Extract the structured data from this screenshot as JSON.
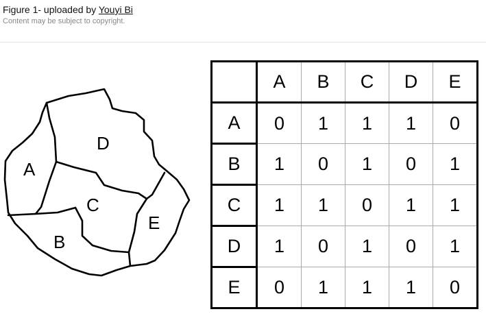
{
  "header": {
    "title_prefix": "Figure 1- uploaded by ",
    "author": "Youyi Bi",
    "copyright_note": "Content may be subject to copyright."
  },
  "map": {
    "region_labels": [
      "A",
      "B",
      "C",
      "D",
      "E"
    ]
  },
  "matrix": {
    "column_headers": [
      "A",
      "B",
      "C",
      "D",
      "E"
    ],
    "rows": [
      {
        "label": "A",
        "values": [
          "0",
          "1",
          "1",
          "1",
          "0"
        ]
      },
      {
        "label": "B",
        "values": [
          "1",
          "0",
          "1",
          "0",
          "1"
        ]
      },
      {
        "label": "C",
        "values": [
          "1",
          "1",
          "0",
          "1",
          "1"
        ]
      },
      {
        "label": "D",
        "values": [
          "1",
          "0",
          "1",
          "0",
          "1"
        ]
      },
      {
        "label": "E",
        "values": [
          "0",
          "1",
          "1",
          "1",
          "0"
        ]
      }
    ]
  }
}
